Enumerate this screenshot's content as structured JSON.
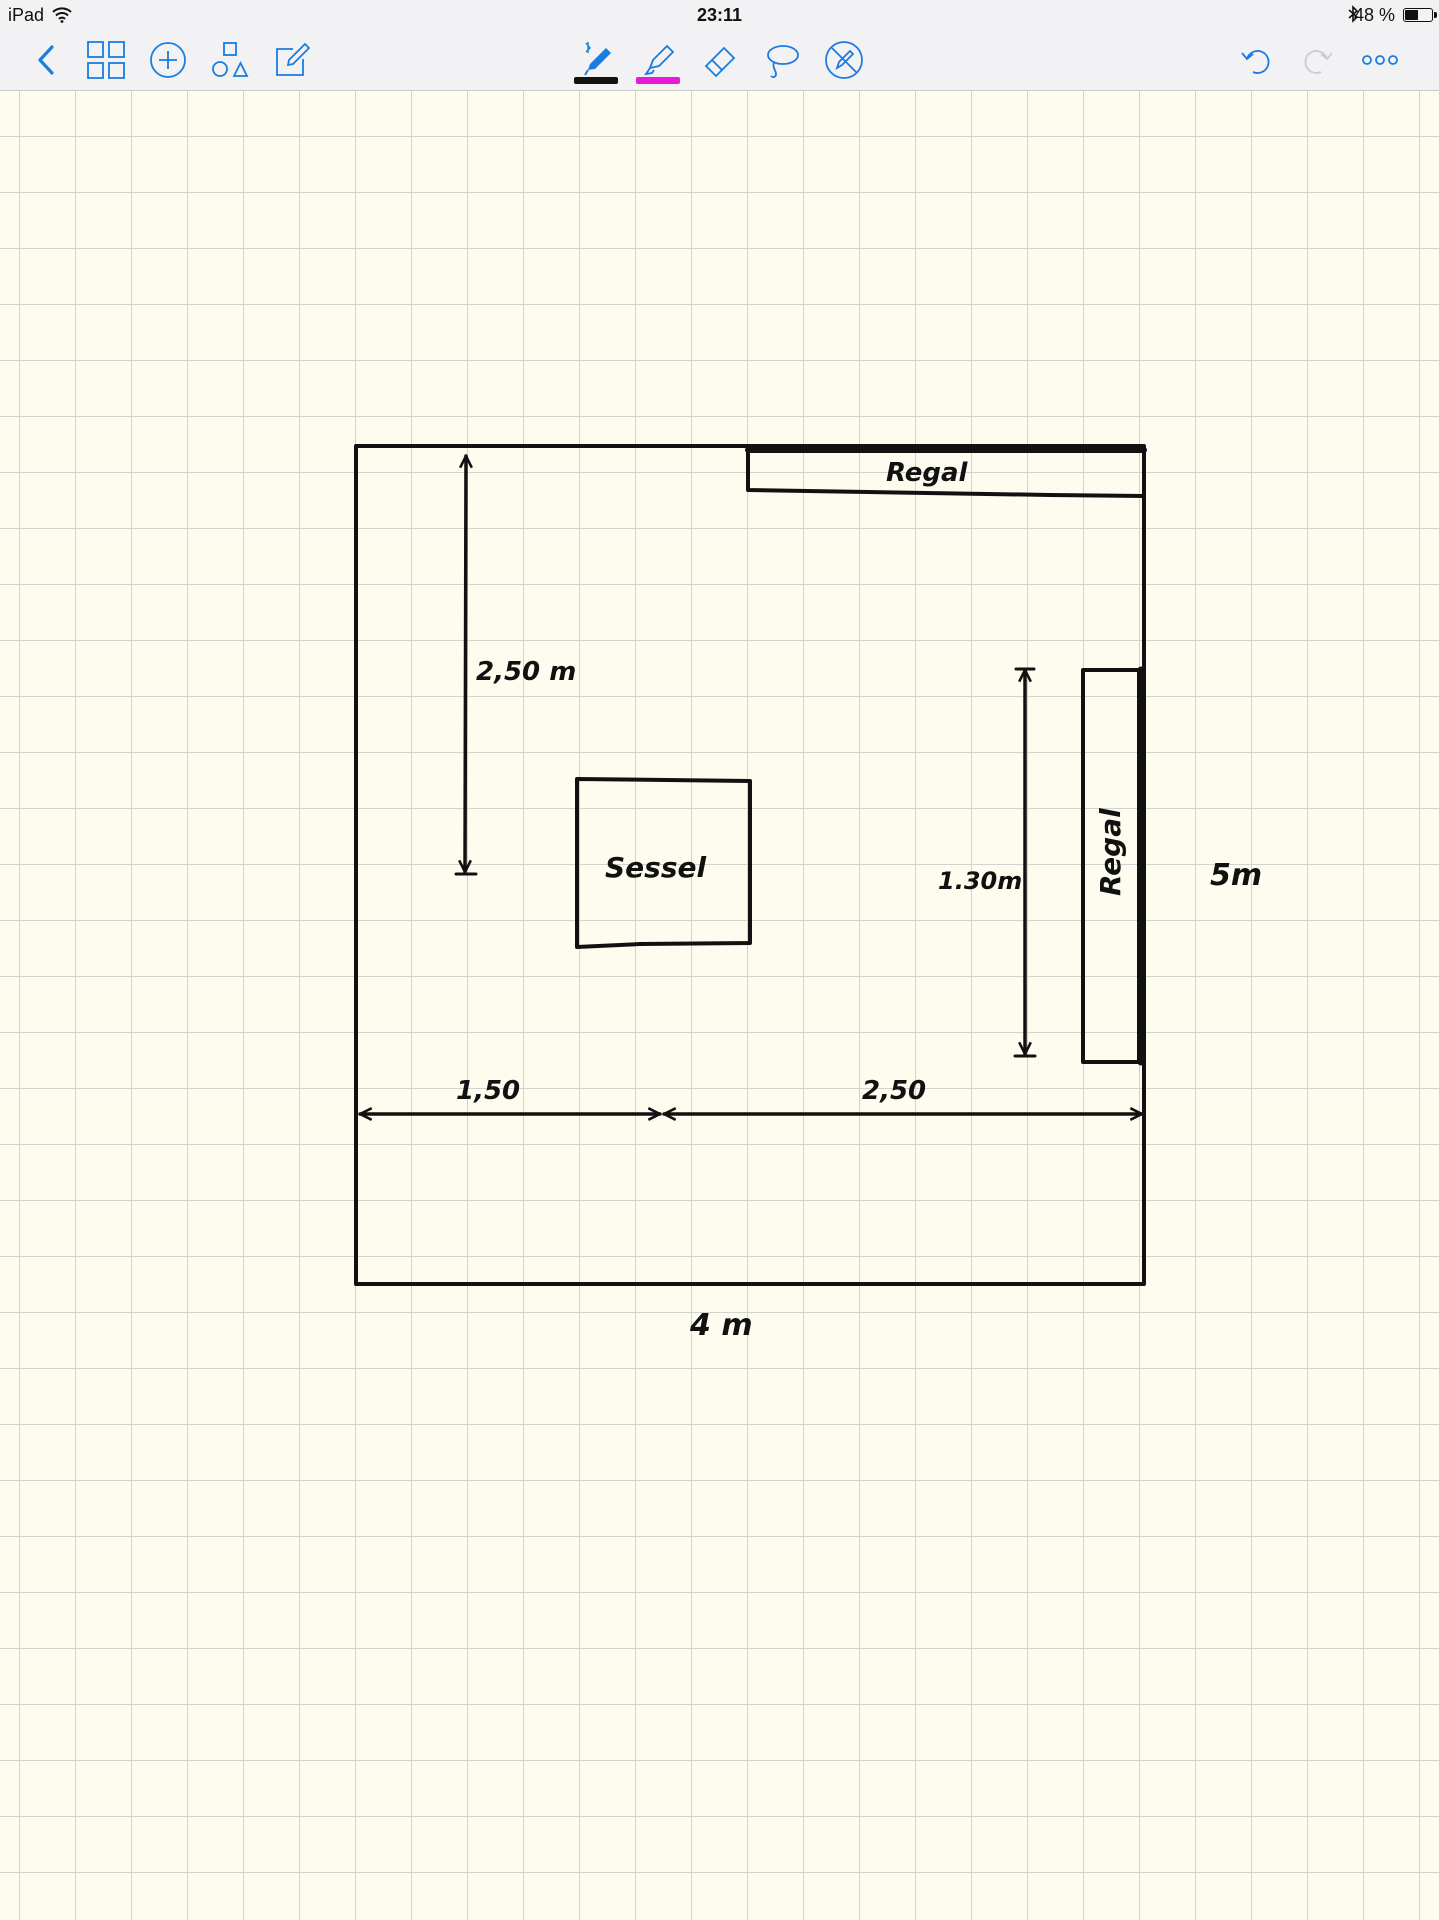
{
  "status_bar": {
    "device": "iPad",
    "time": "23:11",
    "battery_text": "48 %",
    "battery_level": 0.48
  },
  "toolbar": {
    "left_icons": [
      "chevron-left-icon",
      "grid-icon",
      "plus-circle-icon",
      "shapes-icon",
      "compose-icon"
    ],
    "center_tools": [
      {
        "name": "pen-icon",
        "underline_color": "#111111",
        "active": true
      },
      {
        "name": "highlighter-icon",
        "underline_color": "#e81ad9"
      },
      {
        "name": "eraser-icon"
      },
      {
        "name": "lasso-icon"
      },
      {
        "name": "disable-pen-icon"
      }
    ],
    "right_icons": [
      "undo-icon",
      "redo-icon",
      "more-icon"
    ],
    "accent": "#1a7ce0"
  },
  "drawing": {
    "labels": {
      "regal_top": "Regal",
      "regal_right": "Regal",
      "sessel": "Sessel",
      "dim_left_vertical": "2,50 m",
      "dim_right_vertical": "1.30m",
      "dim_bottom_left": "1,50",
      "dim_bottom_right": "2,50",
      "room_height": "5m",
      "room_width": "4 m"
    }
  }
}
